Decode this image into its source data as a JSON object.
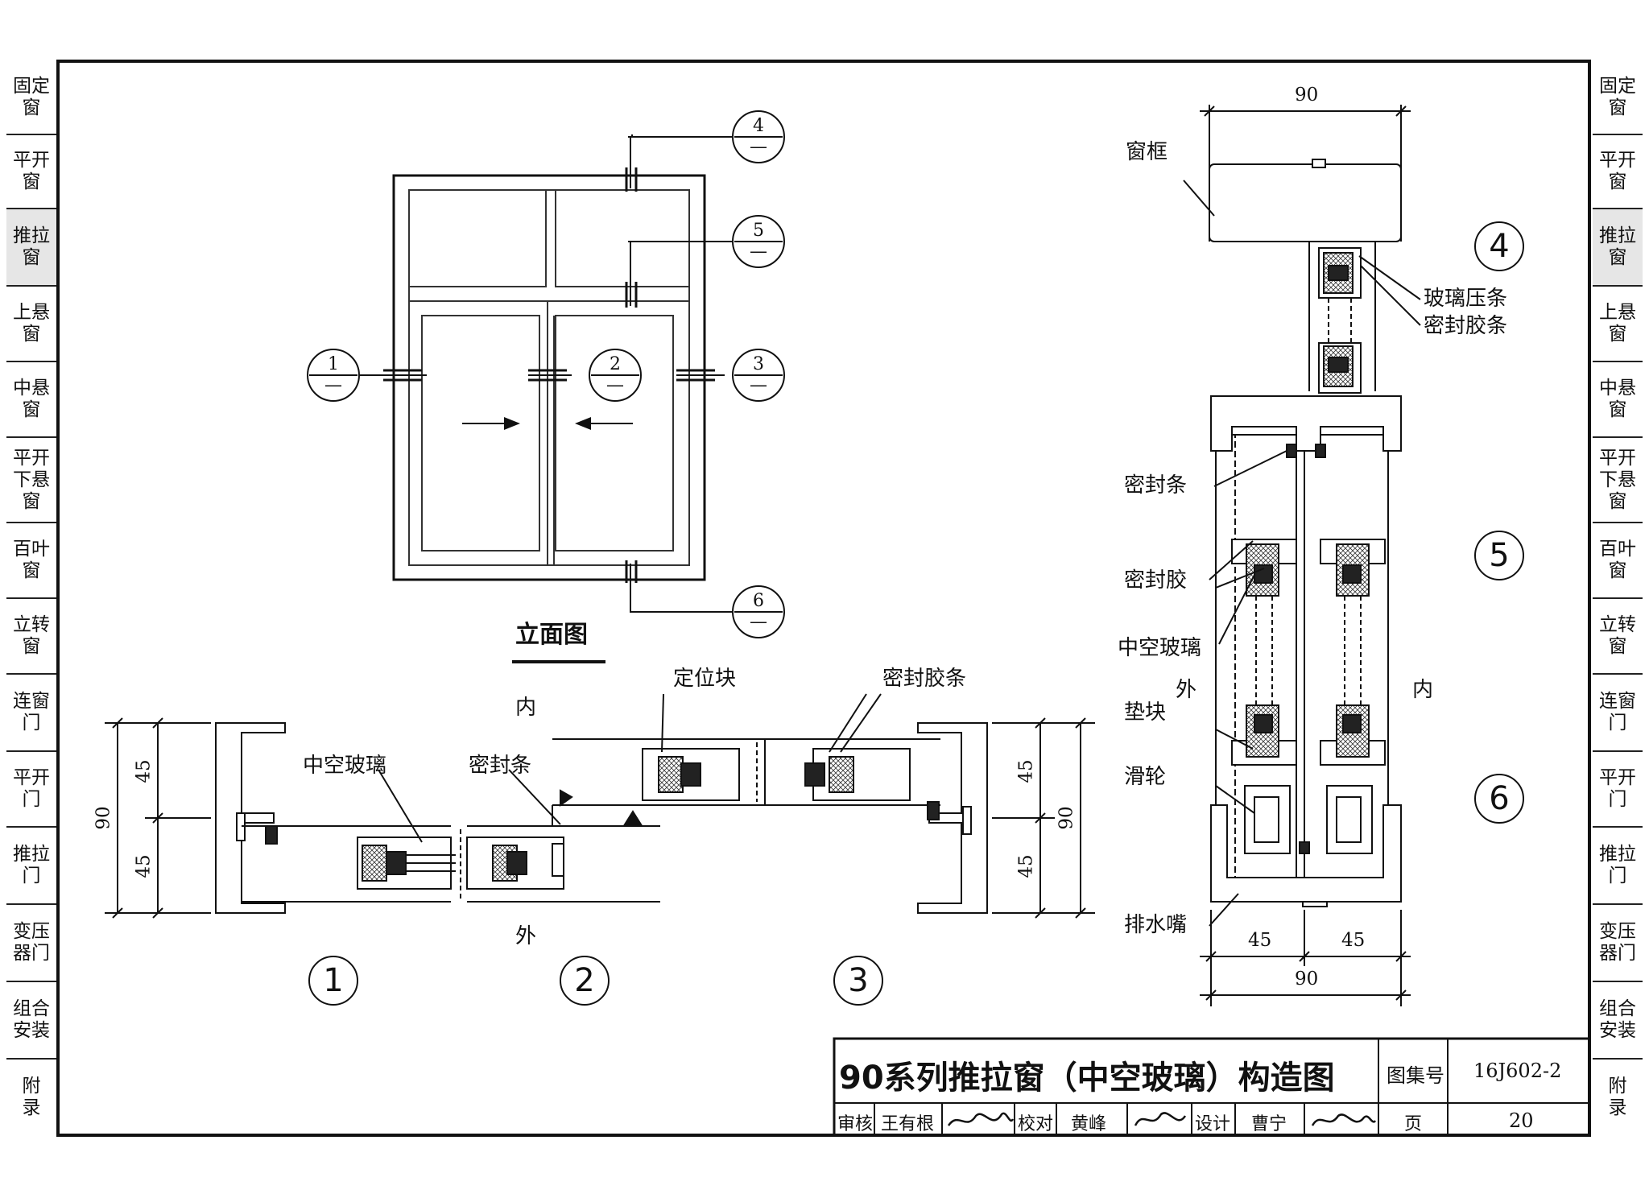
{
  "side_tabs": [
    {
      "id": "fixed",
      "label": "固定窗"
    },
    {
      "id": "casement",
      "label": "平开窗"
    },
    {
      "id": "sliding",
      "label": "推拉窗",
      "active": true
    },
    {
      "id": "top-hung",
      "label": "上悬窗"
    },
    {
      "id": "center-pivot",
      "label": "中悬窗"
    },
    {
      "id": "tilt-turn",
      "label": "平开下悬窗"
    },
    {
      "id": "louver",
      "label": "百叶窗"
    },
    {
      "id": "vertical-pivot",
      "label": "立转窗"
    },
    {
      "id": "window-door",
      "label": "连窗门"
    },
    {
      "id": "swing-door",
      "label": "平开门"
    },
    {
      "id": "sliding-door",
      "label": "推拉门"
    },
    {
      "id": "transformer-door",
      "label": "变压器门"
    },
    {
      "id": "assembly",
      "label": "组合安装"
    },
    {
      "id": "appendix",
      "label": "附录"
    }
  ],
  "elevation": {
    "title": "立面图",
    "section_marks": [
      {
        "id": "m1",
        "num": "1",
        "sub": "—"
      },
      {
        "id": "m2",
        "num": "2",
        "sub": "—"
      },
      {
        "id": "m3",
        "num": "3",
        "sub": "—"
      },
      {
        "id": "m4",
        "num": "4",
        "sub": "—"
      },
      {
        "id": "m5",
        "num": "5",
        "sub": "—"
      },
      {
        "id": "m6",
        "num": "6",
        "sub": "—"
      }
    ]
  },
  "plan": {
    "inside": "内",
    "outside": "外",
    "labels": {
      "hollow_glass": "中空玻璃",
      "seal_strip": "密封条",
      "locating_block": "定位块",
      "sealing_rubber_strip": "密封胶条"
    },
    "dims": {
      "total": "90",
      "half_top": "45",
      "half_bottom": "45",
      "r_half_top": "45",
      "r_half_bottom": "45",
      "r_total": "90"
    },
    "detail_nums": {
      "d1": "1",
      "d2": "2",
      "d3": "3"
    }
  },
  "section": {
    "labels": {
      "frame": "窗框",
      "glass_bead": "玻璃压条",
      "sealing_rubber_strip": "密封胶条",
      "seal_strip": "密封条",
      "sealant": "密封胶",
      "hollow_glass": "中空玻璃",
      "outside": "外",
      "inside": "内",
      "setting_block": "垫块",
      "roller": "滑轮",
      "drain": "排水嘴"
    },
    "dims": {
      "top": "90",
      "bottom_left": "45",
      "bottom_right": "45",
      "bottom_total": "90"
    },
    "detail_nums": {
      "d4": "4",
      "d5": "5",
      "d6": "6"
    }
  },
  "title_block": {
    "title": "90系列推拉窗（中空玻璃）构造图",
    "atlas_label": "图集号",
    "atlas_no": "16J602-2",
    "review_label": "审核",
    "reviewer": "王有根",
    "check_label": "校对",
    "checker": "黄峰",
    "design_label": "设计",
    "designer": "曹宁",
    "page_label": "页",
    "page": "20"
  }
}
